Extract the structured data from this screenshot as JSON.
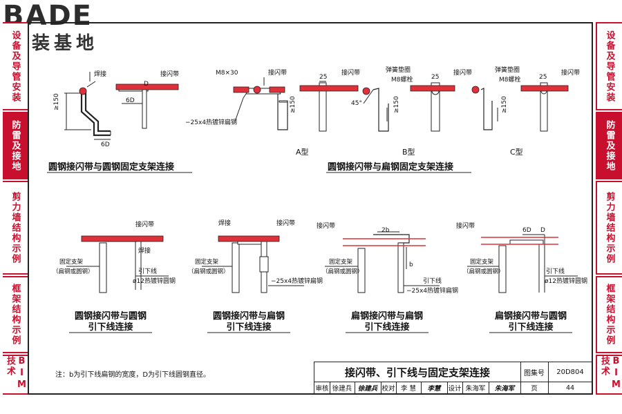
{
  "brand": {
    "name": "BADE",
    "tagline": "建装基地"
  },
  "sidebar_left": [
    {
      "label": "设备及导管安装",
      "active": false
    },
    {
      "label": "防雷及接地",
      "active": true
    },
    {
      "label": "剪力墙结构示例",
      "active": false
    },
    {
      "label": "框架结构示例",
      "active": false
    },
    {
      "label": "BIM技术",
      "active": false
    }
  ],
  "sidebar_right": [
    {
      "label": "设备及导管安装",
      "active": false
    },
    {
      "label": "防雷及接地",
      "active": true
    },
    {
      "label": "剪力墙结构示例",
      "active": false
    },
    {
      "label": "框架结构示例",
      "active": false
    },
    {
      "label": "BIM技术",
      "active": false
    }
  ],
  "drawing": {
    "top_left_caption": "圆钢接闪带与圆钢固定支架连接",
    "top_right_caption": "圆钢接闪带与扁钢固定支架连接",
    "type_a": "A型",
    "type_b": "B型",
    "type_c": "C型",
    "labels": {
      "weld": "焊接",
      "air_term": "接闪带",
      "dim_D": "D",
      "dim_6D": "6D",
      "dim_150": "≥150",
      "bolt_m8x30": "M8×30",
      "flat_steel": "−25x4热镀锌扁钢",
      "dim_25": "25",
      "spring_washer": "弹簧垫圈",
      "m8_bolt": "M8螺栓",
      "angle_45": "45°",
      "fixed_bracket": "固定支架",
      "bracket_material": "（扁钢或圆钢）",
      "down_conductor": "引下线",
      "round_steel": "ø12热镀锌圆钢",
      "dim_2b": "2b",
      "dim_b": "b"
    },
    "bottom_captions": [
      {
        "l1": "圆钢接闪带与圆钢",
        "l2": "引下线连接"
      },
      {
        "l1": "圆钢接闪带与扁钢",
        "l2": "引下线连接"
      },
      {
        "l1": "扁钢接闪带与扁钢",
        "l2": "引下线连接"
      },
      {
        "l1": "扁钢接闪带与圆钢",
        "l2": "引下线连接"
      }
    ]
  },
  "note": "注：b为引下线扁钢的宽度，D为引下线圆钢直径。",
  "title_block": {
    "title": "接闪带、引下线与固定支架连接",
    "atlas_label": "图集号",
    "atlas_no": "20D804",
    "review_label": "审核",
    "reviewer": "徐建兵",
    "reviewer_sig": "徐建兵",
    "check_label": "校对",
    "checker": "李 慧",
    "checker_sig": "李慧",
    "design_label": "设计",
    "designer": "朱海军",
    "designer_sig": "朱海军",
    "page_label": "页",
    "page_no": "44"
  },
  "colors": {
    "accent": "#c8102e",
    "line": "#222222",
    "rod": "#e0303a"
  }
}
